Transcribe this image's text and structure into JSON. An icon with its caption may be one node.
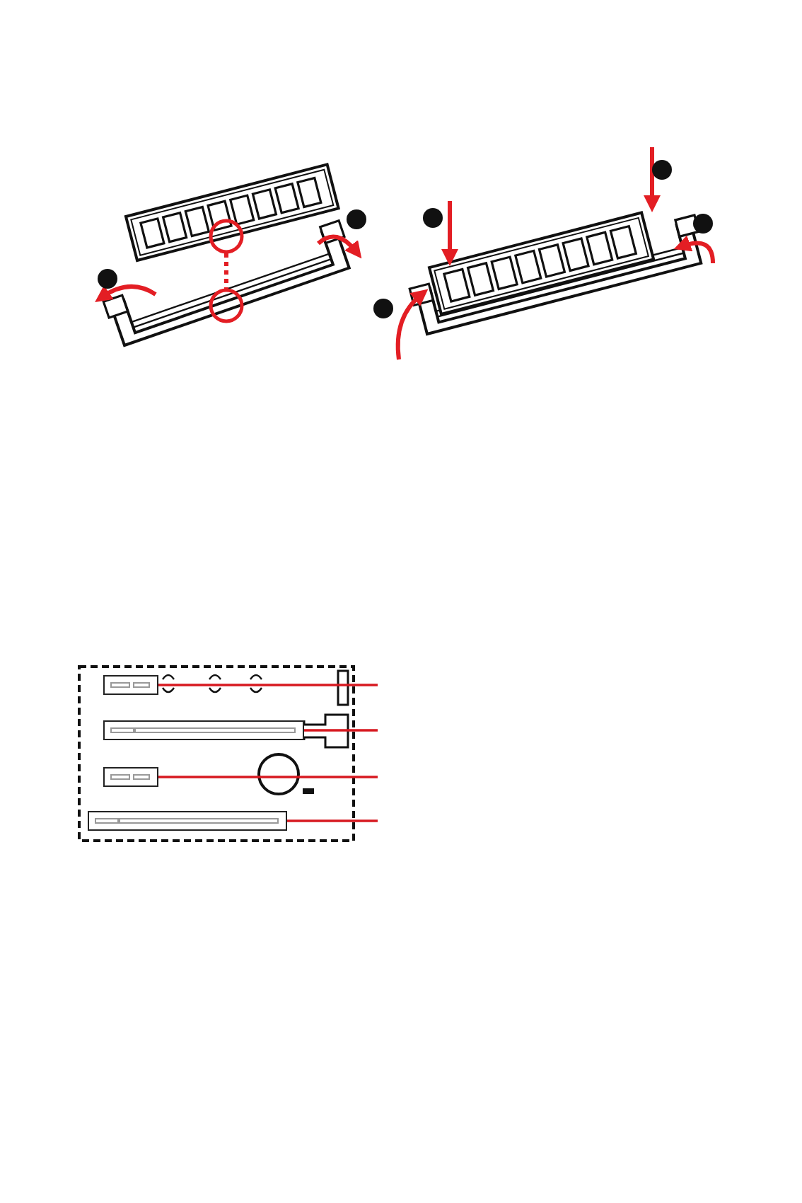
{
  "diagram": {
    "nodes": [
      {
        "text": [],
        "shape": "box"
      },
      {
        "text": [],
        "shape": "box"
      },
      {
        "text": [],
        "shape": "box"
      },
      {
        "text": [],
        "shape": "box"
      }
    ],
    "edges": [
      {
        "from": 0,
        "to": null,
        "arrow": "none"
      },
      {
        "from": 1,
        "to": null,
        "arrow": "none"
      },
      {
        "from": 2,
        "to": null,
        "arrow": "none"
      },
      {
        "from": 3,
        "to": null,
        "arrow": "none"
      }
    ]
  }
}
